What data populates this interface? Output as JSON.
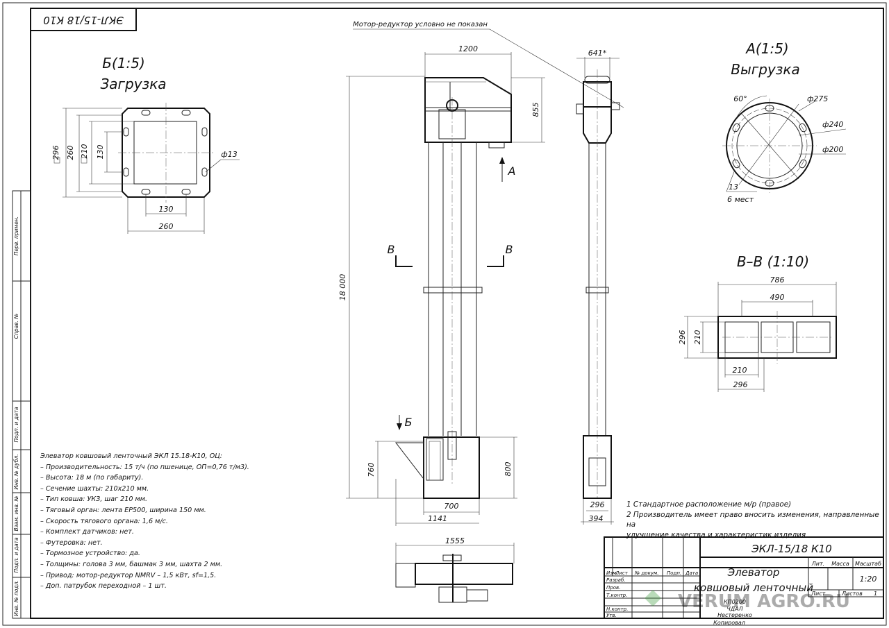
{
  "drawing": {
    "code_mirrored": "ЭКЛ-15/18 К10",
    "motor_note": "Мотор-редуктор условно не показан",
    "view_b": {
      "title": "Б(1:5)",
      "subtitle": "Загрузка",
      "dims": [
        "296",
        "260",
        "210",
        "130",
        "130",
        "260",
        "ф13"
      ]
    },
    "view_a": {
      "title": "А(1:5)",
      "subtitle": "Выгрузка",
      "dims": [
        "60°",
        "ф275",
        "ф240",
        "ф200",
        "13",
        "6 мест"
      ]
    },
    "view_vv": {
      "title": "В–В (1:10)",
      "dims": [
        "786",
        "490",
        "296",
        "210",
        "210",
        "296"
      ]
    },
    "front_view": {
      "dims": [
        "1200",
        "855",
        "18 000",
        "760",
        "800",
        "700",
        "1141"
      ],
      "markers": [
        "А",
        "В",
        "В",
        "Б"
      ]
    },
    "side_view": {
      "dims": [
        "641*",
        "296",
        "394"
      ]
    },
    "plan_view": {
      "dims": [
        "1555"
      ]
    },
    "left_strip": [
      "Перв. примен.",
      "Справ. №",
      "Подп. и дата",
      "Инв. № дубл.",
      "Взам. инв. №",
      "Подп. и дата",
      "Инв. № подл."
    ]
  },
  "notes": {
    "heading": "Элеватор ковшовый ленточный ЭКЛ 15.18-К10, ОЦ:",
    "items": [
      "– Производительность: 15 т/ч (по пшенице, ОП=0,76 т/м3).",
      "– Высота: 18 м (по габариту).",
      "– Сечение шахты: 210х210 мм.",
      "– Тип ковша: УКЗ, шаг 210 мм.",
      "– Тяговый орган: лента EP500, ширина 150 мм.",
      "– Скорость тягового органа: 1,6 м/с.",
      "– Комплект датчиков: нет.",
      "– Футеровка: нет.",
      "– Тормозное устройство: да.",
      "– Толщины: голова 3 мм, башмак 3 мм, шахта 2 мм.",
      "– Привод: мотор-редуктор NMRV – 1,5 кВт, sf=1,5.",
      "– Доп. патрубок переходной – 1 шт."
    ]
  },
  "remarks": [
    "1  Стандартное расположение м/р (правое)",
    "2  Производитель имеет право вносить изменения, направленные на",
    "улучшение качества и характеристик изделия"
  ],
  "title_block": {
    "designation": "ЭКЛ-15/18 К10",
    "name_line1": "Элеватор",
    "name_line2": "ковшовый ленточный",
    "col_headers": [
      "Изм.",
      "Лист",
      "№ докум.",
      "Подп.",
      "Дата"
    ],
    "rows": [
      "Разраб.",
      "Пров.",
      "Т.контр.",
      "Н.контр.",
      "Утв."
    ],
    "lit_label": "Лит.",
    "mass_label": "Масса",
    "scale_label": "Масштаб",
    "scale_value": "1:20",
    "sheet_label": "Лист",
    "sheets_label": "Листов",
    "sheets_value": "1",
    "org1": "КП0200",
    "org2": "ЧДАЛ",
    "org3": "Нестеренко",
    "copied": "Копировал",
    "watermark": "VERUM AGRO.RU"
  }
}
